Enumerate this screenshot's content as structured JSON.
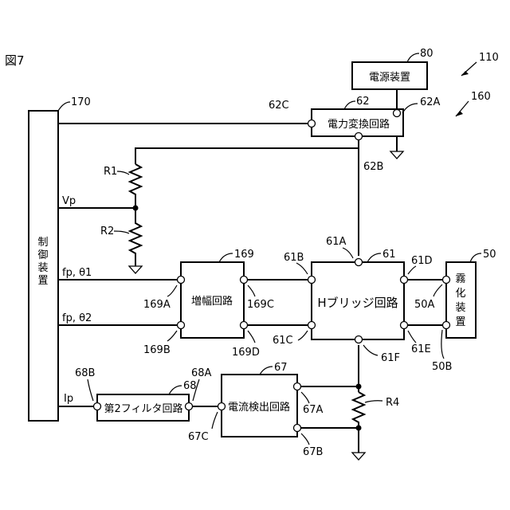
{
  "figure_label": "図7",
  "refs": {
    "r110": "110",
    "r160": "160",
    "r170": "170",
    "r80": "80",
    "r62": "62",
    "r62a": "62A",
    "r62b": "62B",
    "r62c": "62C",
    "r169": "169",
    "r169a": "169A",
    "r169b": "169B",
    "r169c": "169C",
    "r169d": "169D",
    "r61": "61",
    "r61a": "61A",
    "r61b": "61B",
    "r61c": "61C",
    "r61d": "61D",
    "r61e": "61E",
    "r61f": "61F",
    "r50": "50",
    "r50a": "50A",
    "r50b": "50B",
    "r67": "67",
    "r67a": "67A",
    "r67b": "67B",
    "r67c": "67C",
    "r68": "68",
    "r68a": "68A",
    "r68b": "68B",
    "r1": "R1",
    "r2": "R2",
    "r4": "R4"
  },
  "blocks": {
    "power_supply": "電源装置",
    "power_converter": "電力変換回路",
    "controller": [
      "制",
      "御",
      "装",
      "置"
    ],
    "amplifier": "増幅回路",
    "h_bridge": "Hブリッジ回路",
    "atomizer_line1": "霧",
    "atomizer_line2": "化",
    "atomizer_line3": "装",
    "atomizer_line4": "置",
    "current_detector": "電流検出回路",
    "second_filter": "第2フィルタ回路"
  },
  "signals": {
    "vp": "Vp",
    "fp_theta1": "fp, θ1",
    "fp_theta2": "fp, θ2",
    "ip": "Ip"
  },
  "colors": {
    "ink": "#000000",
    "paper": "#ffffff"
  }
}
